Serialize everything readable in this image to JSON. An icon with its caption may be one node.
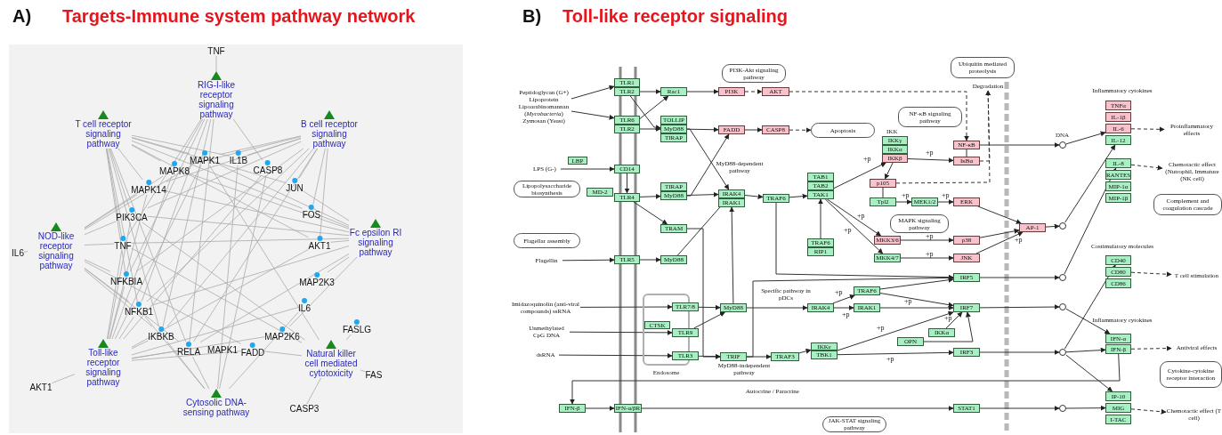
{
  "diagram": {
    "nodes": [
      {
        "text": [
          "TNF"
        ]
      },
      {
        "text": [
          "RIG-I-like receptor signaling pathway"
        ]
      },
      {
        "text": [
          "T cell receptor signaling pathway"
        ]
      },
      {
        "text": [
          "B cell receptor signaling pathway"
        ]
      },
      {
        "text": [
          "MAPK1"
        ]
      },
      {
        "text": [
          "IL1B"
        ]
      },
      {
        "text": [
          "MAPK8"
        ]
      },
      {
        "text": [
          "CASP8"
        ]
      },
      {
        "text": [
          "MAPK14"
        ]
      },
      {
        "text": [
          "JUN"
        ]
      },
      {
        "text": [
          "PIK3CA"
        ]
      },
      {
        "text": [
          "FOS"
        ]
      },
      {
        "text": [
          "NOD-like receptor signaling pathway"
        ]
      },
      {
        "text": [
          "IL6"
        ]
      },
      {
        "text": [
          "TNF"
        ]
      },
      {
        "text": [
          "AKT1"
        ]
      },
      {
        "text": [
          "Fc epsilon RI signaling pathway"
        ]
      },
      {
        "text": [
          "NFKBIA"
        ]
      },
      {
        "text": [
          "MAP2K3"
        ]
      },
      {
        "text": [
          "NFKB1"
        ]
      },
      {
        "text": [
          "IL6"
        ]
      },
      {
        "text": [
          "IKBKB"
        ]
      },
      {
        "text": [
          "MAP2K6"
        ]
      },
      {
        "text": [
          "FASLG"
        ]
      },
      {
        "text": [
          "RELA"
        ]
      },
      {
        "text": [
          "MAPK1"
        ]
      },
      {
        "text": [
          "FADD"
        ]
      },
      {
        "text": [
          "Natural killer cell mediated cytotoxicity"
        ]
      },
      {
        "text": [
          "Toll-like receptor signaling pathway"
        ]
      },
      {
        "text": [
          "AKT1"
        ]
      },
      {
        "text": [
          "FAS"
        ]
      },
      {
        "text": [
          "Cytosolic DNA-sensing pathway"
        ]
      },
      {
        "text": [
          "CASP3"
        ]
      },
      {
        "text": [
          "Peptidoglycan (G+) Lipoprotein Lipoarabinomannan (*Mycobacteria*) Zymosan (Yeast)"
        ]
      },
      {
        "text": [
          "TLR1"
        ]
      },
      {
        "text": [
          "TLR2"
        ]
      },
      {
        "text": [
          "TLR6"
        ]
      },
      {
        "text": [
          "TLR2"
        ]
      },
      {
        "text": [
          "Rac1"
        ]
      },
      {
        "text": [
          "TOLLIP"
        ]
      },
      {
        "text": [
          "MyD88"
        ]
      },
      {
        "text": [
          "TIRAP"
        ]
      },
      {
        "text": [
          "PI3K-Akt signaling pathway"
        ]
      },
      {
        "text": [
          "PI3K"
        ]
      },
      {
        "text": [
          "AKT"
        ]
      },
      {
        "text": [
          "FADD"
        ]
      },
      {
        "text": [
          "CASP8"
        ]
      },
      {
        "text": [
          "Ubiquitin mediated proteolysis"
        ]
      },
      {
        "text": [
          "Degradation"
        ]
      },
      {
        "text": [
          "Inflammatory cytokines"
        ]
      },
      {
        "text": [
          "TNFα"
        ]
      },
      {
        "text": [
          "IL-1β"
        ]
      },
      {
        "text": [
          "IL-6"
        ]
      },
      {
        "text": [
          "IL-12"
        ]
      },
      {
        "text": [
          "Proinflammatory effects"
        ]
      },
      {
        "text": [
          "Apoptosis"
        ]
      },
      {
        "text": [
          "NF-κB signaling pathway"
        ]
      },
      {
        "text": [
          "IKKγ"
        ]
      },
      {
        "text": [
          "IKKα"
        ]
      },
      {
        "text": [
          "IKKβ"
        ]
      },
      {
        "text": [
          "NF-κB"
        ]
      },
      {
        "text": [
          "IκBα"
        ]
      },
      {
        "text": [],
        "shape": "circle",
        "beside": [
          "DNA"
        ]
      },
      {
        "text": [
          "IL-8"
        ]
      },
      {
        "text": [
          "RANTES"
        ]
      },
      {
        "text": [
          "MIP-1α"
        ]
      },
      {
        "text": [
          "MIP-1β"
        ]
      },
      {
        "text": [
          "Chemotactic effect (Nutrophil, Immature (NK cell)"
        ]
      },
      {
        "text": [
          "LBP"
        ]
      },
      {
        "text": [
          "LPS (G-)"
        ]
      },
      {
        "text": [
          "CD14"
        ]
      },
      {
        "text": [
          "MyD88-dependent pathway"
        ]
      },
      {
        "text": [
          "TAB1"
        ]
      },
      {
        "text": [
          "TAB2"
        ]
      },
      {
        "text": [
          "TAK1"
        ]
      },
      {
        "text": [
          "p105"
        ]
      },
      {
        "text": [
          "Lipopolysaccharide biosynthesis"
        ]
      },
      {
        "text": [
          "TIRAP"
        ]
      },
      {
        "text": [
          "MyD88"
        ]
      },
      {
        "text": [
          "MD-2"
        ]
      },
      {
        "text": [
          "TLR4"
        ]
      },
      {
        "text": [
          "IRAK4"
        ]
      },
      {
        "text": [
          "IRAK1"
        ]
      },
      {
        "text": [
          "TRAF6"
        ]
      },
      {
        "text": [
          "Tpl2"
        ]
      },
      {
        "text": [
          "MEK1/2"
        ]
      },
      {
        "text": [
          "ERK"
        ]
      },
      {
        "text": [
          "Complement and coagulation cascade"
        ]
      },
      {
        "text": [
          "MAPK signaling pathway"
        ]
      },
      {
        "text": [
          "AP-1"
        ]
      },
      {
        "text": [],
        "shape": "circle"
      },
      {
        "text": [
          "TRAM"
        ]
      },
      {
        "text": [
          "Flagellar assembly"
        ]
      },
      {
        "text": [
          "MKK3/6"
        ]
      },
      {
        "text": [
          "p38"
        ]
      },
      {
        "text": [
          "TRAF6"
        ]
      },
      {
        "text": [
          "RIP1"
        ]
      },
      {
        "text": [
          "Costimulatory molecules"
        ]
      },
      {
        "text": [
          "Flagellin"
        ]
      },
      {
        "text": [
          "TLR5"
        ]
      },
      {
        "text": [
          "MyD88"
        ]
      },
      {
        "text": [
          "MKK4/7"
        ]
      },
      {
        "text": [
          "JNK"
        ]
      },
      {
        "text": [
          "CD40"
        ]
      },
      {
        "text": [
          "CD80"
        ]
      },
      {
        "text": [
          "CD86"
        ]
      },
      {
        "text": [
          "IRF5"
        ]
      },
      {
        "text": [],
        "shape": "circle"
      },
      {
        "text": [
          "T cell stimulation"
        ]
      },
      {
        "text": [
          "Specific pathway in pDCs"
        ]
      },
      {
        "text": [
          "TRAF6"
        ]
      },
      {
        "text": [
          "Endosome"
        ]
      },
      {
        "text": [
          "Imidazoquinolin (anti-viral compounds) ssRNA"
        ]
      },
      {
        "text": [
          "TLR7/8"
        ]
      },
      {
        "text": [
          "MyD88"
        ]
      },
      {
        "text": [
          "IRAK4"
        ]
      },
      {
        "text": [
          "IRAK1"
        ]
      },
      {
        "text": [
          "IRF7"
        ]
      },
      {
        "text": [],
        "shape": "circle"
      },
      {
        "text": [
          "Inflammatory cytokines"
        ]
      },
      {
        "text": [
          "CTSK"
        ],
        "in": 111
      },
      {
        "text": [
          "Unmethylated CpG DNA"
        ]
      },
      {
        "text": [
          "TLR9"
        ]
      },
      {
        "text": [
          "IKKα"
        ]
      },
      {
        "text": [
          "OPN"
        ]
      },
      {
        "text": [
          "IFN-α"
        ]
      },
      {
        "text": [
          "IFN-β"
        ]
      },
      {
        "text": [
          "Antiviral effects"
        ]
      },
      {
        "text": [
          "IKKε"
        ]
      },
      {
        "text": [
          "TBK1"
        ]
      },
      {
        "text": [
          "IRF3"
        ]
      },
      {
        "text": [],
        "shape": "circle"
      },
      {
        "text": [
          "dsRNA"
        ]
      },
      {
        "text": [
          "TLR3"
        ]
      },
      {
        "text": [
          "TRIF"
        ]
      },
      {
        "text": [
          "TRAF3"
        ]
      },
      {
        "text": [
          "MyD88-independent pathway"
        ]
      },
      {
        "text": [
          "Cytokine-cytokine receptor interaction"
        ]
      },
      {
        "text": [
          "Autocrine / Paracrine"
        ]
      },
      {
        "text": [
          "IP-10"
        ]
      },
      {
        "text": [
          "MIG"
        ]
      },
      {
        "text": [
          "I-TAC"
        ]
      },
      {
        "text": [
          "IFN-β"
        ]
      },
      {
        "text": [
          "IFN-α/βR"
        ]
      },
      {
        "text": [
          "STAT1"
        ]
      },
      {
        "text": [],
        "shape": "circle"
      },
      {
        "text": [
          "Chemotactic effect (T cell)"
        ]
      },
      {
        "text": [
          "JAK-STAT signaling pathway"
        ]
      }
    ],
    "edges": [
      {
        "from": 62,
        "to": 52,
        "arrow": "to"
      },
      {
        "from": 90,
        "to": 53,
        "arrow": "to"
      },
      {
        "from": 107,
        "to": 63,
        "arrow": "to"
      },
      {
        "from": 131,
        "to": 103,
        "arrow": "to"
      },
      {
        "from": 131,
        "to": 139,
        "arrow": "to"
      },
      {
        "from": 145,
        "to": 140,
        "arrow": "to"
      },
      {
        "from": 44,
        "to": 60,
        "arrow": "to",
        "style": "dashed"
      },
      {
        "from": 126,
        "to": 142,
        "arrow": "to"
      },
      {
        "from": 61,
        "to": 48,
        "arrow": "to",
        "style": "dashed"
      },
      {
        "from": 75,
        "to": 48,
        "arrow": "to",
        "style": "dashed"
      },
      {
        "from": 134,
        "to": 106,
        "arrow": "to"
      },
      {
        "from": 83,
        "to": 106,
        "arrow": "to"
      },
      {
        "from": 91,
        "to": 134,
        "arrow": "to"
      },
      {
        "from": 33,
        "to": 34,
        "arrow": "to"
      },
      {
        "from": 33,
        "to": 36,
        "arrow": "to"
      },
      {
        "from": 35,
        "to": 38,
        "arrow": "to"
      },
      {
        "from": 35,
        "to": 40,
        "arrow": "to"
      },
      {
        "from": 37,
        "to": 38,
        "arrow": "to"
      },
      {
        "from": 37,
        "to": 40,
        "arrow": "to"
      },
      {
        "from": 38,
        "to": 43,
        "arrow": "to"
      },
      {
        "from": 43,
        "to": 44,
        "arrow": "to",
        "style": "dashed"
      },
      {
        "from": 40,
        "to": 45,
        "arrow": "to"
      },
      {
        "from": 45,
        "to": 46,
        "arrow": "to"
      },
      {
        "from": 46,
        "to": 55,
        "arrow": "to",
        "style": "dashed"
      },
      {
        "from": 40,
        "to": 81,
        "arrow": "to"
      },
      {
        "from": 69,
        "to": 70,
        "arrow": "to"
      },
      {
        "from": 70,
        "to": 80,
        "arrow": "to"
      },
      {
        "from": 80,
        "to": 78,
        "arrow": "to"
      },
      {
        "from": 80,
        "to": 91,
        "arrow": "to"
      },
      {
        "from": 78,
        "to": 81,
        "arrow": "to"
      },
      {
        "from": 78,
        "to": 45,
        "arrow": "to"
      },
      {
        "from": 81,
        "to": 83,
        "arrow": "to"
      },
      {
        "from": 83,
        "to": 74,
        "arrow": "to"
      },
      {
        "from": 95,
        "to": 74,
        "arrow": "to"
      },
      {
        "from": 74,
        "to": 59,
        "arrow": "to"
      },
      {
        "from": 74,
        "to": 93,
        "arrow": "to"
      },
      {
        "from": 74,
        "to": 101,
        "arrow": "to"
      },
      {
        "from": 59,
        "to": 61,
        "arrow": "to"
      },
      {
        "from": 59,
        "to": 75,
        "arrow": "to"
      },
      {
        "from": 60,
        "to": 61,
        "arrow": "none"
      },
      {
        "from": 75,
        "to": 84,
        "arrow": "none"
      },
      {
        "from": 84,
        "to": 85,
        "arrow": "to"
      },
      {
        "from": 85,
        "to": 86,
        "arrow": "to"
      },
      {
        "from": 86,
        "to": 89,
        "arrow": "to"
      },
      {
        "from": 93,
        "to": 94,
        "arrow": "to"
      },
      {
        "from": 94,
        "to": 89,
        "arrow": "to"
      },
      {
        "from": 101,
        "to": 102,
        "arrow": "to"
      },
      {
        "from": 102,
        "to": 89,
        "arrow": "to"
      },
      {
        "from": 60,
        "to": 62,
        "arrow": "to"
      },
      {
        "from": 89,
        "to": 90,
        "arrow": "to"
      },
      {
        "from": 98,
        "to": 99,
        "arrow": "to"
      },
      {
        "from": 99,
        "to": 100,
        "arrow": "to"
      },
      {
        "from": 100,
        "to": 81,
        "arrow": "to"
      },
      {
        "from": 112,
        "to": 113,
        "arrow": "to"
      },
      {
        "from": 113,
        "to": 114,
        "arrow": "to"
      },
      {
        "from": 122,
        "to": 114,
        "arrow": "to"
      },
      {
        "from": 121,
        "to": 122,
        "arrow": "to"
      },
      {
        "from": 132,
        "to": 133,
        "arrow": "to"
      },
      {
        "from": 133,
        "to": 134,
        "arrow": "to"
      },
      {
        "from": 114,
        "to": 82,
        "arrow": "to"
      },
      {
        "from": 114,
        "to": 115,
        "arrow": "to"
      },
      {
        "from": 134,
        "to": 135,
        "arrow": "to"
      },
      {
        "from": 135,
        "to": 128,
        "arrow": "to"
      },
      {
        "from": 115,
        "to": 110,
        "arrow": "to"
      },
      {
        "from": 115,
        "to": 116,
        "arrow": "to"
      },
      {
        "from": 110,
        "to": 117,
        "arrow": "to"
      },
      {
        "from": 116,
        "to": 117,
        "arrow": "to"
      },
      {
        "from": 129,
        "to": 117,
        "arrow": "to"
      },
      {
        "from": 129,
        "to": 130,
        "arrow": "to"
      },
      {
        "from": 123,
        "to": 117,
        "arrow": "to"
      },
      {
        "from": 124,
        "to": 117,
        "arrow": "to"
      },
      {
        "from": 106,
        "to": 107,
        "arrow": "to"
      },
      {
        "from": 117,
        "to": 118,
        "arrow": "to"
      },
      {
        "from": 130,
        "to": 131,
        "arrow": "to"
      },
      {
        "from": 118,
        "to": 125,
        "arrow": "to"
      },
      {
        "from": 131,
        "to": 126,
        "arrow": "to"
      },
      {
        "from": 142,
        "to": 143,
        "arrow": "to"
      },
      {
        "from": 143,
        "to": 144,
        "arrow": "to"
      },
      {
        "from": 144,
        "to": 145,
        "arrow": "to"
      },
      {
        "from": 52,
        "to": 54,
        "arrow": "to",
        "style": "dashed"
      },
      {
        "from": 63,
        "to": 67,
        "arrow": "to",
        "style": "dashed"
      },
      {
        "from": 104,
        "to": 108,
        "arrow": "to",
        "style": "dashed"
      },
      {
        "from": 126,
        "to": 127,
        "arrow": "to",
        "style": "dashed"
      },
      {
        "from": 140,
        "to": 146,
        "arrow": "to",
        "style": "dashed"
      },
      {
        "from": 110,
        "to": 106,
        "arrow": "to"
      },
      {
        "from": 1,
        "to": 0,
        "arrow": "none",
        "color": "#aaaaaa"
      },
      {
        "from": 1,
        "to": 6,
        "arrow": "none",
        "color": "#aaaaaa"
      },
      {
        "from": 1,
        "to": 7,
        "arrow": "none",
        "color": "#aaaaaa"
      },
      {
        "from": 1,
        "to": 14,
        "arrow": "none",
        "color": "#aaaaaa"
      },
      {
        "from": 1,
        "to": 17,
        "arrow": "none",
        "color": "#aaaaaa"
      },
      {
        "from": 1,
        "to": 19,
        "arrow": "none",
        "color": "#aaaaaa"
      },
      {
        "from": 1,
        "to": 21,
        "arrow": "none",
        "color": "#aaaaaa"
      },
      {
        "from": 1,
        "to": 24,
        "arrow": "none",
        "color": "#aaaaaa"
      },
      {
        "from": 2,
        "to": 4,
        "arrow": "none",
        "color": "#aaaaaa"
      },
      {
        "from": 2,
        "to": 5,
        "arrow": "none",
        "color": "#aaaaaa"
      },
      {
        "from": 2,
        "to": 6,
        "arrow": "none",
        "color": "#aaaaaa"
      },
      {
        "from": 2,
        "to": 8,
        "arrow": "none",
        "color": "#aaaaaa"
      },
      {
        "from": 2,
        "to": 9,
        "arrow": "none",
        "color": "#aaaaaa"
      },
      {
        "from": 2,
        "to": 10,
        "arrow": "none",
        "color": "#aaaaaa"
      },
      {
        "from": 2,
        "to": 11,
        "arrow": "none",
        "color": "#aaaaaa"
      },
      {
        "from": 2,
        "to": 14,
        "arrow": "none",
        "color": "#aaaaaa"
      },
      {
        "from": 2,
        "to": 15,
        "arrow": "none",
        "color": "#aaaaaa"
      },
      {
        "from": 2,
        "to": 17,
        "arrow": "none",
        "color": "#aaaaaa"
      },
      {
        "from": 2,
        "to": 19,
        "arrow": "none",
        "color": "#aaaaaa"
      },
      {
        "from": 2,
        "to": 21,
        "arrow": "none",
        "color": "#aaaaaa"
      },
      {
        "from": 2,
        "to": 24,
        "arrow": "none",
        "color": "#aaaaaa"
      },
      {
        "from": 3,
        "to": 4,
        "arrow": "none",
        "color": "#aaaaaa"
      },
      {
        "from": 3,
        "to": 5,
        "arrow": "none",
        "color": "#aaaaaa"
      },
      {
        "from": 3,
        "to": 6,
        "arrow": "none",
        "color": "#aaaaaa"
      },
      {
        "from": 3,
        "to": 8,
        "arrow": "none",
        "color": "#aaaaaa"
      },
      {
        "from": 3,
        "to": 9,
        "arrow": "none",
        "color": "#aaaaaa"
      },
      {
        "from": 3,
        "to": 10,
        "arrow": "none",
        "color": "#aaaaaa"
      },
      {
        "from": 3,
        "to": 11,
        "arrow": "none",
        "color": "#aaaaaa"
      },
      {
        "from": 3,
        "to": 15,
        "arrow": "none",
        "color": "#aaaaaa"
      },
      {
        "from": 3,
        "to": 17,
        "arrow": "none",
        "color": "#aaaaaa"
      },
      {
        "from": 3,
        "to": 19,
        "arrow": "none",
        "color": "#aaaaaa"
      },
      {
        "from": 3,
        "to": 21,
        "arrow": "none",
        "color": "#aaaaaa"
      },
      {
        "from": 3,
        "to": 24,
        "arrow": "none",
        "color": "#aaaaaa"
      },
      {
        "from": 12,
        "to": 13,
        "arrow": "none",
        "color": "#aaaaaa"
      },
      {
        "from": 12,
        "to": 4,
        "arrow": "none",
        "color": "#aaaaaa"
      },
      {
        "from": 12,
        "to": 6,
        "arrow": "none",
        "color": "#aaaaaa"
      },
      {
        "from": 12,
        "to": 8,
        "arrow": "none",
        "color": "#aaaaaa"
      },
      {
        "from": 12,
        "to": 10,
        "arrow": "none",
        "color": "#aaaaaa"
      },
      {
        "from": 12,
        "to": 14,
        "arrow": "none",
        "color": "#aaaaaa"
      },
      {
        "from": 12,
        "to": 17,
        "arrow": "none",
        "color": "#aaaaaa"
      },
      {
        "from": 12,
        "to": 19,
        "arrow": "none",
        "color": "#aaaaaa"
      },
      {
        "from": 12,
        "to": 21,
        "arrow": "none",
        "color": "#aaaaaa"
      },
      {
        "from": 12,
        "to": 24,
        "arrow": "none",
        "color": "#aaaaaa"
      },
      {
        "from": 12,
        "to": 26,
        "arrow": "none",
        "color": "#aaaaaa"
      },
      {
        "from": 16,
        "to": 4,
        "arrow": "none",
        "color": "#aaaaaa"
      },
      {
        "from": 16,
        "to": 6,
        "arrow": "none",
        "color": "#aaaaaa"
      },
      {
        "from": 16,
        "to": 8,
        "arrow": "none",
        "color": "#aaaaaa"
      },
      {
        "from": 16,
        "to": 9,
        "arrow": "none",
        "color": "#aaaaaa"
      },
      {
        "from": 16,
        "to": 10,
        "arrow": "none",
        "color": "#aaaaaa"
      },
      {
        "from": 16,
        "to": 11,
        "arrow": "none",
        "color": "#aaaaaa"
      },
      {
        "from": 16,
        "to": 14,
        "arrow": "none",
        "color": "#aaaaaa"
      },
      {
        "from": 16,
        "to": 15,
        "arrow": "none",
        "color": "#aaaaaa"
      },
      {
        "from": 16,
        "to": 18,
        "arrow": "none",
        "color": "#aaaaaa"
      },
      {
        "from": 16,
        "to": 19,
        "arrow": "none",
        "color": "#aaaaaa"
      },
      {
        "from": 16,
        "to": 22,
        "arrow": "none",
        "color": "#aaaaaa"
      },
      {
        "from": 16,
        "to": 24,
        "arrow": "none",
        "color": "#aaaaaa"
      },
      {
        "from": 28,
        "to": 29,
        "arrow": "none",
        "color": "#aaaaaa"
      },
      {
        "from": 28,
        "to": 4,
        "arrow": "none",
        "color": "#aaaaaa"
      },
      {
        "from": 28,
        "to": 6,
        "arrow": "none",
        "color": "#aaaaaa"
      },
      {
        "from": 28,
        "to": 7,
        "arrow": "none",
        "color": "#aaaaaa"
      },
      {
        "from": 28,
        "to": 8,
        "arrow": "none",
        "color": "#aaaaaa"
      },
      {
        "from": 28,
        "to": 10,
        "arrow": "none",
        "color": "#aaaaaa"
      },
      {
        "from": 28,
        "to": 14,
        "arrow": "none",
        "color": "#aaaaaa"
      },
      {
        "from": 28,
        "to": 15,
        "arrow": "none",
        "color": "#aaaaaa"
      },
      {
        "from": 28,
        "to": 17,
        "arrow": "none",
        "color": "#aaaaaa"
      },
      {
        "from": 28,
        "to": 19,
        "arrow": "none",
        "color": "#aaaaaa"
      },
      {
        "from": 28,
        "to": 20,
        "arrow": "none",
        "color": "#aaaaaa"
      },
      {
        "from": 28,
        "to": 21,
        "arrow": "none",
        "color": "#aaaaaa"
      },
      {
        "from": 28,
        "to": 22,
        "arrow": "none",
        "color": "#aaaaaa"
      },
      {
        "from": 28,
        "to": 24,
        "arrow": "none",
        "color": "#aaaaaa"
      },
      {
        "from": 28,
        "to": 26,
        "arrow": "none",
        "color": "#aaaaaa"
      },
      {
        "from": 27,
        "to": 23,
        "arrow": "none",
        "color": "#aaaaaa"
      },
      {
        "from": 27,
        "to": 30,
        "arrow": "none",
        "color": "#aaaaaa"
      },
      {
        "from": 27,
        "to": 32,
        "arrow": "none",
        "color": "#aaaaaa"
      },
      {
        "from": 27,
        "to": 4,
        "arrow": "none",
        "color": "#aaaaaa"
      },
      {
        "from": 27,
        "to": 10,
        "arrow": "none",
        "color": "#aaaaaa"
      },
      {
        "from": 27,
        "to": 14,
        "arrow": "none",
        "color": "#aaaaaa"
      },
      {
        "from": 27,
        "to": 26,
        "arrow": "none",
        "color": "#aaaaaa"
      },
      {
        "from": 31,
        "to": 5,
        "arrow": "none",
        "color": "#aaaaaa"
      },
      {
        "from": 31,
        "to": 7,
        "arrow": "none",
        "color": "#aaaaaa"
      },
      {
        "from": 31,
        "to": 20,
        "arrow": "none",
        "color": "#aaaaaa"
      },
      {
        "from": 31,
        "to": 21,
        "arrow": "none",
        "color": "#aaaaaa"
      },
      {
        "from": 31,
        "to": 24,
        "arrow": "none",
        "color": "#aaaaaa"
      },
      {
        "from": 31,
        "to": 19,
        "arrow": "none",
        "color": "#aaaaaa"
      }
    ],
    "labels": [
      "A)",
      "Targets-Immune system pathway network",
      "B)",
      "Toll-like receptor signaling",
      "IKK",
      "+p",
      "+p",
      "+p",
      "+p",
      "+p",
      "+p",
      "+p",
      "+p",
      "+p",
      "+p",
      "+p",
      "+p",
      "+p",
      "+p",
      "+p"
    ]
  }
}
